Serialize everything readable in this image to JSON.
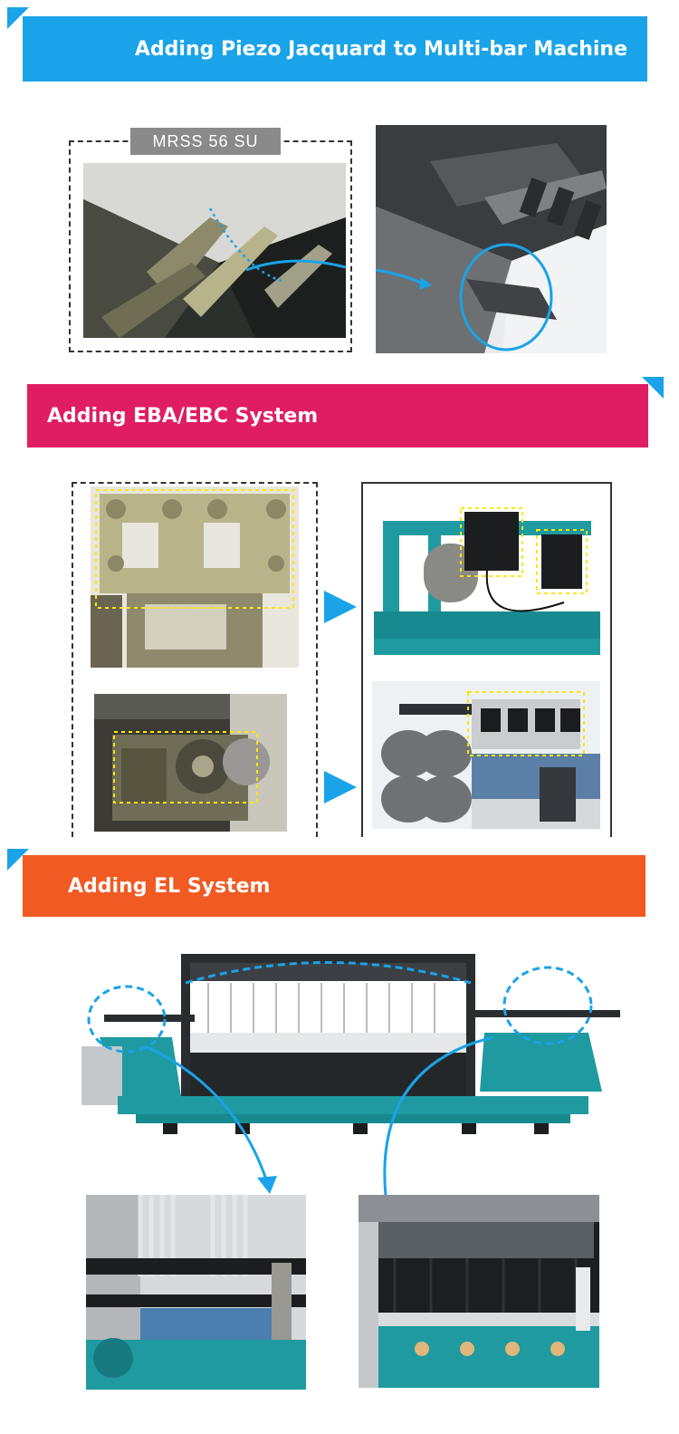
{
  "sections": {
    "piezo": {
      "title": "Adding Piezo Jacquard to Multi-bar Machine",
      "model_tag": "MRSS 56 SU",
      "color": "#1aa3e8"
    },
    "eba": {
      "title": "Adding EBA/EBC System",
      "color": "#e11d62"
    },
    "el": {
      "title": "Adding EL System",
      "color": "#f15a22"
    }
  },
  "colors": {
    "accent_blue": "#1aa3e8",
    "machine_teal": "#1f9aa0",
    "highlight_yellow": "#ffe600"
  }
}
